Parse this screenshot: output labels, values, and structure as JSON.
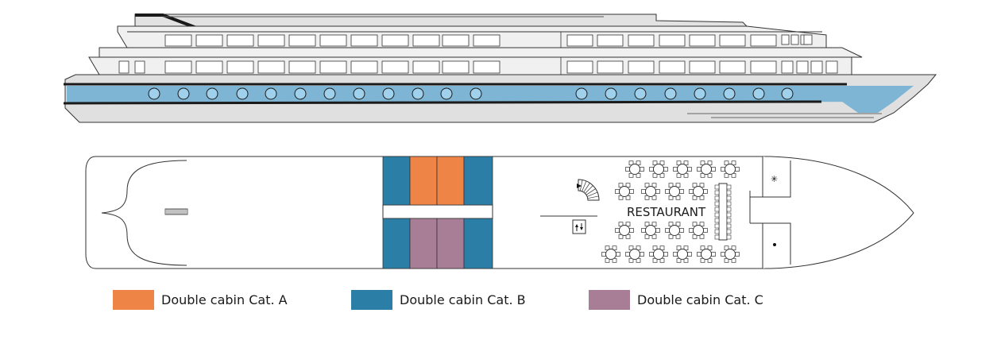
{
  "deck_plan": {
    "restaurant_label": "RESTAURANT"
  },
  "colors": {
    "cat_a": "#ef8447",
    "cat_b": "#2b7ea5",
    "cat_c": "#a87e96",
    "hull_blue": "#7fb5d4",
    "porthole": "#9fd0ec",
    "hull_grey": "#dedede",
    "superstructure": "#f0f0f0"
  },
  "legend": [
    {
      "key": "cat_a",
      "label": "Double cabin Cat. A",
      "color": "#ef8447"
    },
    {
      "key": "cat_b",
      "label": "Double cabin Cat. B",
      "color": "#2b7ea5"
    },
    {
      "key": "cat_c",
      "label": "Double cabin Cat. C",
      "color": "#a87e96"
    }
  ],
  "icons": {
    "staircase": "spiral-staircase-icon",
    "elevator": "elevator-icon",
    "fan": "snowflake-icon",
    "dot": "outlet-icon"
  }
}
